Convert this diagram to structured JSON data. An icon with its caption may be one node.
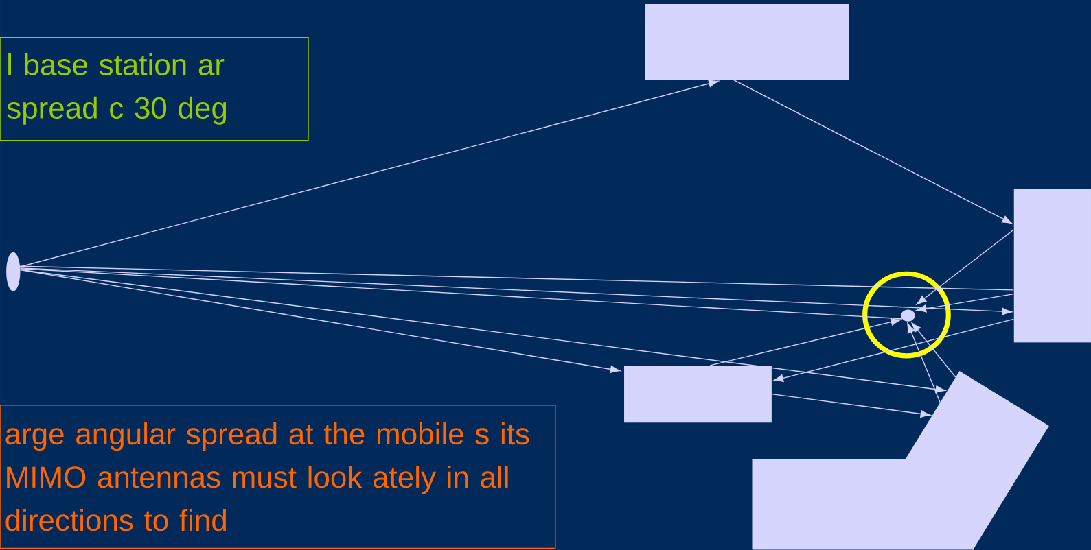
{
  "diagram": {
    "nodes": [
      {
        "text": [
          "l base station ar spread c 30 deg"
        ]
      },
      {
        "text": [
          "arge angular spread at the mobile s its MIMO antennas must look ately in all directions to find"
        ]
      },
      {
        "text": [],
        "shape": "ellipse"
      },
      {
        "text": [],
        "shape": "box"
      },
      {
        "text": [],
        "shape": "box"
      },
      {
        "text": [],
        "shape": "box"
      },
      {
        "text": [],
        "shape": "polygon"
      },
      {
        "text": [],
        "shape": "circle"
      }
    ],
    "edges": [
      {
        "from": 2,
        "to": 3,
        "arrow": "to"
      },
      {
        "from": 3,
        "to": 4,
        "arrow": "to"
      },
      {
        "from": 4,
        "to": 7,
        "arrow": "to"
      },
      {
        "from": 2,
        "to": 4,
        "arrow": "none"
      },
      {
        "from": 2,
        "to": 4,
        "arrow": "to"
      },
      {
        "from": 2,
        "to": 7,
        "arrow": "none"
      },
      {
        "from": 4,
        "to": 7,
        "arrow": "to"
      },
      {
        "from": 4,
        "to": 5,
        "arrow": "to"
      },
      {
        "from": 5,
        "to": 7,
        "arrow": "to"
      },
      {
        "from": 2,
        "to": 5,
        "arrow": "to"
      },
      {
        "from": 2,
        "to": 6,
        "arrow": "to"
      },
      {
        "from": 5,
        "to": 6,
        "arrow": "to"
      },
      {
        "from": 6,
        "to": 7,
        "arrow": "to"
      },
      {
        "from": 6,
        "to": 7,
        "arrow": "to"
      }
    ]
  }
}
